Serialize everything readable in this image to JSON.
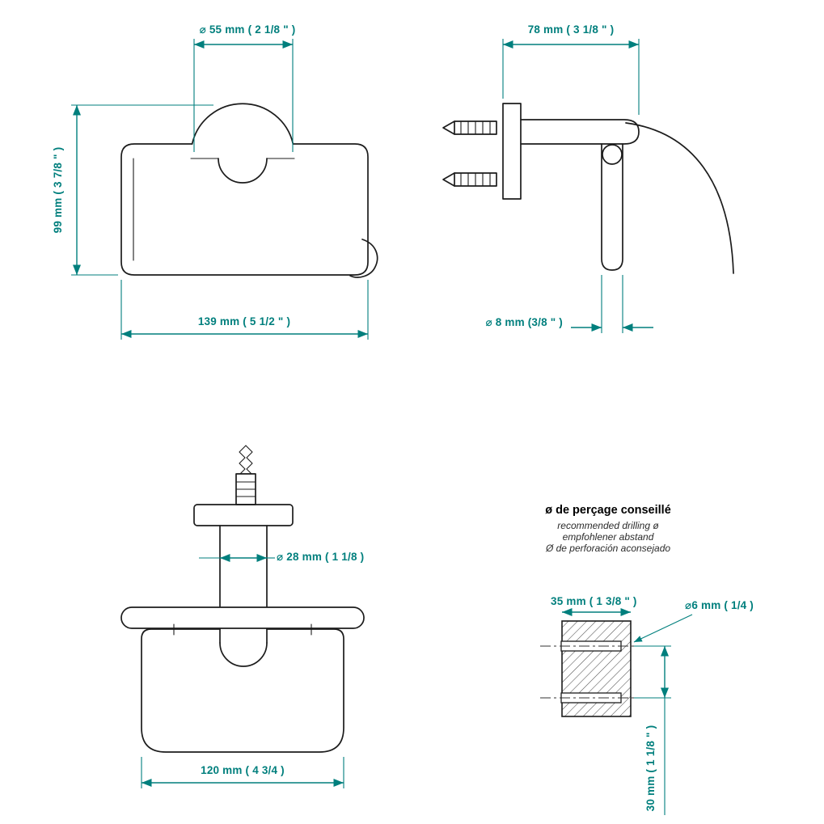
{
  "colors": {
    "dimension": "#007f7d",
    "ink": "#1c1c1c",
    "centerline": "#333333",
    "background": "#ffffff"
  },
  "views": {
    "front": {
      "roll_diameter": "⌀ 55 mm ( 2 1/8 \" )",
      "height": "99 mm ( 3 7/8 \" )",
      "width": "139 mm ( 5 1/2 \" )"
    },
    "side": {
      "depth": "78 mm ( 3 1/8 \" )",
      "rod_diameter": "⌀ 8 mm (3/8 \" )"
    },
    "top": {
      "post_diameter": "⌀ 28 mm ( 1 1/8 )",
      "width": "120 mm ( 4 3/4 )"
    },
    "drilling": {
      "title": "ø de perçage conseillé",
      "subtitle_en": "recommended drilling ø",
      "subtitle_de": "empfohlener abstand",
      "subtitle_es": "Ø de perforación aconsejado",
      "depth": "35 mm ( 1 3/8 \" )",
      "hole_diameter": "⌀6 mm ( 1/4 )",
      "hole_spacing": "30 mm ( 1 1/8 \" )"
    }
  }
}
